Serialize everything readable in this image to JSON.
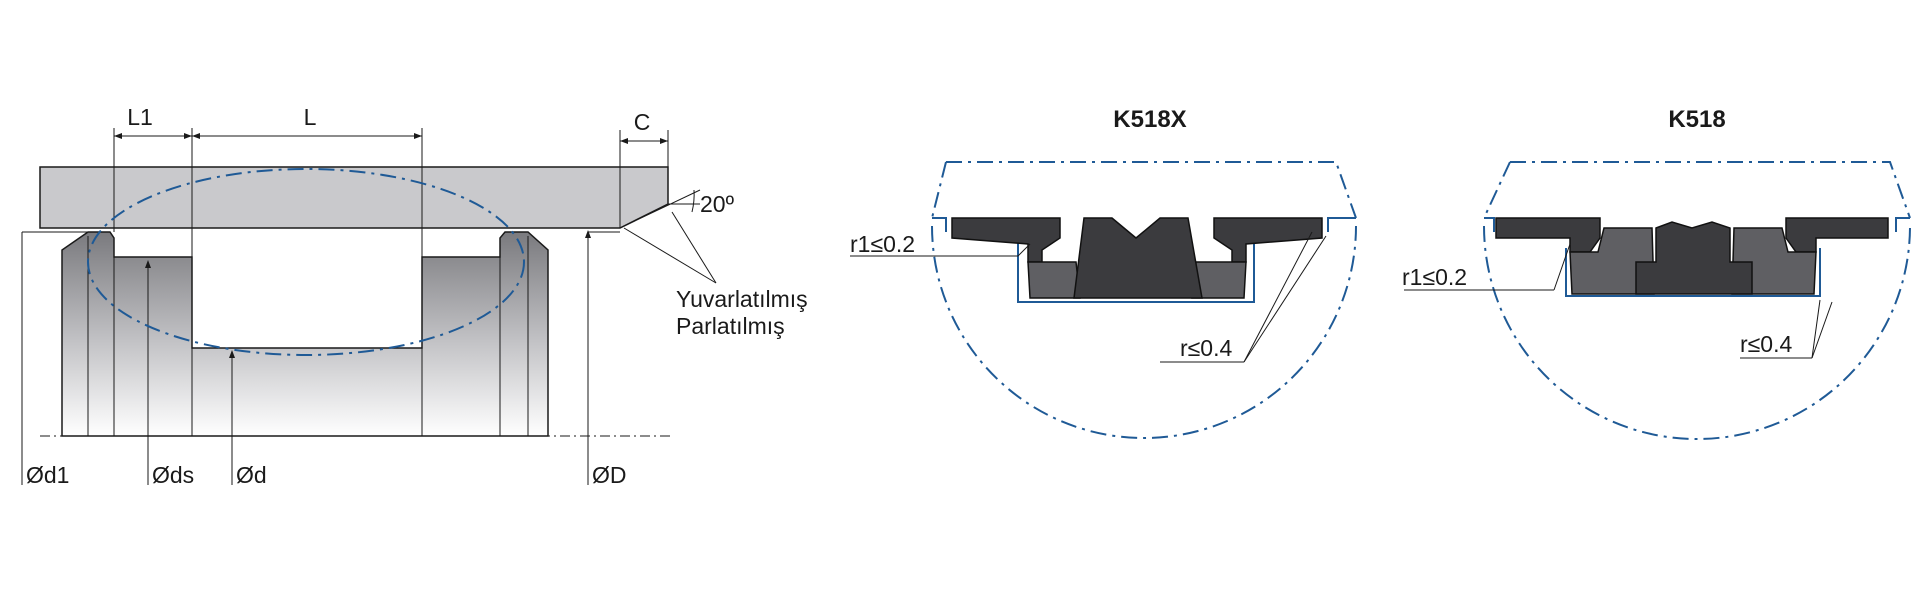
{
  "housing": {
    "labels": {
      "l1": "L1",
      "l": "L",
      "c": "C",
      "angle": "20º",
      "finish_1": "Yuvarlatılmış",
      "finish_2": "Parlatılmış",
      "d1": "Ød1",
      "ds": "Øds",
      "d": "Ød",
      "outer_d": "ØD"
    }
  },
  "detail_k518x": {
    "title": "K518X",
    "radius_1": "r1≤0.2",
    "radius_2": "r≤0.4"
  },
  "detail_k518": {
    "title": "K518",
    "radius_1": "r1≤0.2",
    "radius_2": "r≤0.4"
  },
  "colors": {
    "outline_blue": "#1f5a96",
    "seal_dark": "#3b3b3e",
    "seal_mid": "#5f5f63",
    "rod_grey": "#c9c9cc"
  }
}
